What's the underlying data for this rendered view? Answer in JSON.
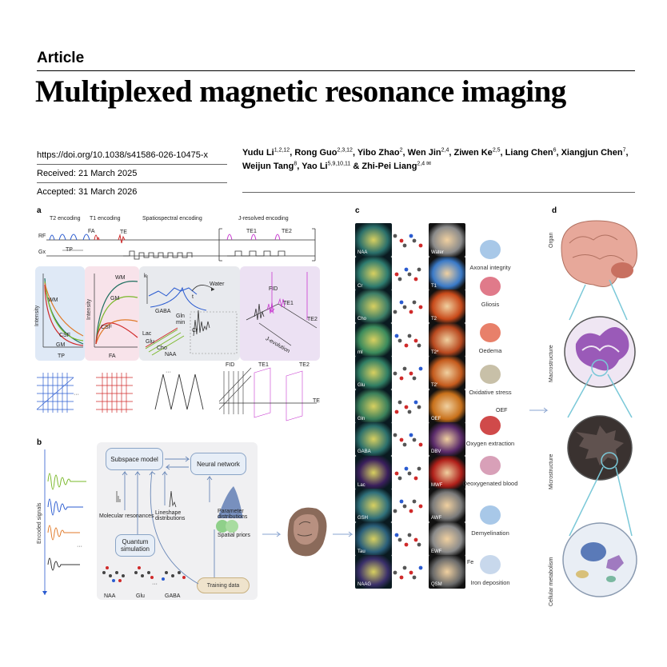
{
  "header": {
    "article_label": "Article",
    "title": "Multiplexed magnetic resonance imaging",
    "doi": "https://doi.org/10.1038/s41586-026-10475-x",
    "received": "Received: 21 March 2025",
    "accepted": "Accepted: 31 March 2026"
  },
  "authors": [
    {
      "name": "Yudu Li",
      "aff": "1,2,12"
    },
    {
      "name": "Rong Guo",
      "aff": "2,3,12"
    },
    {
      "name": "Yibo Zhao",
      "aff": "2"
    },
    {
      "name": "Wen Jin",
      "aff": "2,4"
    },
    {
      "name": "Ziwen Ke",
      "aff": "2,5"
    },
    {
      "name": "Liang Chen",
      "aff": "6"
    },
    {
      "name": "Xiangjun Chen",
      "aff": "7"
    },
    {
      "name": "Weijun Tang",
      "aff": "8"
    },
    {
      "name": "Yao Li",
      "aff": "5,9,10,11"
    },
    {
      "name": "Zhi-Pei Liang",
      "aff": "2,4",
      "corresponding": true
    }
  ],
  "figure": {
    "panel_a": {
      "letter": "a",
      "t2_encoding": "T2 encoding",
      "t1_encoding": "T1 encoding",
      "spatiospectral_encoding": "Spatiospectral encoding",
      "j_resolved_encoding": "J-resolved encoding",
      "rf": "RF",
      "gx": "Gx",
      "fa": "FA",
      "te": "TE",
      "tp": "TP",
      "te1": "TE1",
      "te2": "TE2",
      "intensity": "Intensity",
      "wm": "WM",
      "gm": "GM",
      "csf": "CSF",
      "fa_axis": "FA",
      "tp_axis": "TP",
      "water": "Water",
      "fid": "FID",
      "j_evolution": "J-evolution",
      "gaba": "GABA",
      "gln": "Gln",
      "min": "min",
      "cr": "Cr",
      "lac": "Lac",
      "glu": "Glu",
      "cho": "Cho",
      "naa": "NAA",
      "t": "t",
      "k": "k",
      "te_axis": "TE"
    },
    "panel_b": {
      "letter": "b",
      "encoded_signals": "Encoded signals",
      "subspace_model": "Subspace model",
      "neural_network": "Neural network",
      "molecular_resonances": "Molecular resonances",
      "lineshape_distributions": "Lineshape distributions",
      "parameter_distributions": "Parameter distributions",
      "quantum_simulation": "Quantum simulation",
      "spatial_priors": "Spatial priors",
      "training_data": "Training data",
      "naa": "NAA",
      "glu": "Glu",
      "gaba": "GABA",
      "ellipsis": "···"
    },
    "panel_c": {
      "letter": "c",
      "metabolite_maps": [
        {
          "label": "NAA",
          "color": "#2a6f6a"
        },
        {
          "label": "Cr",
          "color": "#2d7a6e"
        },
        {
          "label": "Cho",
          "color": "#3c7d66"
        },
        {
          "label": "mI",
          "color": "#3a8a5c"
        },
        {
          "label": "Glu",
          "color": "#2f7d63"
        },
        {
          "label": "Gln",
          "color": "#3a7f5a"
        },
        {
          "label": "GABA",
          "color": "#2b6f6b"
        },
        {
          "label": "Lac",
          "color": "#3a1f5c"
        },
        {
          "label": "GSH",
          "color": "#2f6f7a"
        },
        {
          "label": "Tau",
          "color": "#2a5f7a"
        },
        {
          "label": "NAAG",
          "color": "#3a2f6a"
        }
      ],
      "tissue_maps": [
        {
          "label": "Water",
          "color": "#8a8a8a"
        },
        {
          "label": "T1",
          "color": "#3a7ac8"
        },
        {
          "label": "T2",
          "color": "#c84a1a"
        },
        {
          "label": "T2*",
          "color": "#b8481e"
        },
        {
          "label": "T2'",
          "color": "#c45a1c"
        },
        {
          "label": "OEF",
          "color": "#c8701a"
        },
        {
          "label": "DBV",
          "color": "#5a2a6a"
        },
        {
          "label": "MWF",
          "color": "#b0201a"
        },
        {
          "label": "AWF",
          "color": "#7a7a7a"
        },
        {
          "label": "EWF",
          "color": "#8a8a8a"
        },
        {
          "label": "QSM",
          "color": "#6a6a6a"
        }
      ],
      "pathologies": [
        "Axonal integrity",
        "Gliosis",
        "Oedema",
        "Oxidative stress",
        "Oxygen extraction",
        "Deoxygenated blood",
        "Demyelination",
        "Iron deposition"
      ],
      "oef_tag": "OEF",
      "fe_tag": "Fe"
    },
    "panel_d": {
      "letter": "d",
      "levels": [
        "Organ",
        "Macrostructure",
        "Microstructure",
        "Cellular metabolism"
      ]
    },
    "colors": {
      "wm": "#1f6f5f",
      "gm": "#7ab82a",
      "csf": "#e07a2a",
      "blue_accent": "#2a5bd0",
      "red_accent": "#d02a2a",
      "magenta": "#c83ad0",
      "panel_blue_bg": "#dfe9f6",
      "panel_pink_bg": "#f8e3ea",
      "panel_lavender_bg": "#ece1f3"
    }
  }
}
